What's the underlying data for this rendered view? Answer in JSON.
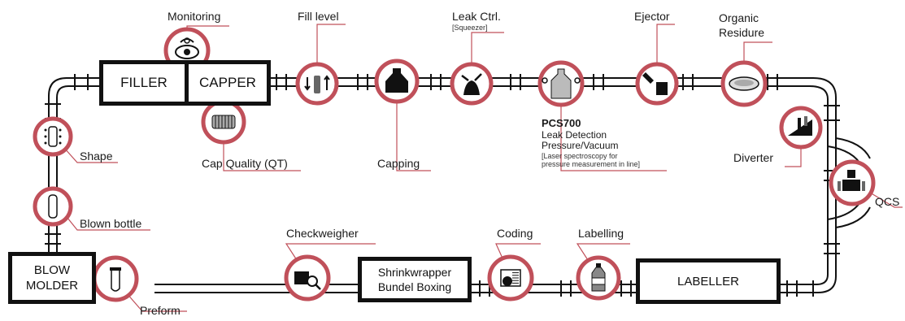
{
  "colors": {
    "ring": "#c0505a",
    "conveyor": "#111111",
    "leader": "#c0505a",
    "ink": "#1a1a1a"
  },
  "machines": {
    "filler": "FILLER",
    "capper": "CAPPER",
    "blow_molder_line1": "BLOW",
    "blow_molder_line2": "MOLDER",
    "shrinkwrapper_line1": "Shrinkwrapper",
    "shrinkwrapper_line2": "Bundel Boxing",
    "labeller": "LABELLER"
  },
  "stations": {
    "monitoring": {
      "label": "Monitoring",
      "icon": "eye-camera-icon"
    },
    "fill_level": {
      "label": "Fill level",
      "icon": "bottle-level-icon"
    },
    "capping": {
      "label": "Capping",
      "icon": "capped-bottle-icon"
    },
    "leak_ctrl": {
      "label": "Leak Ctrl.",
      "sublabel": "[Squeezer]",
      "icon": "squeezer-icon"
    },
    "pcs700": {
      "title": "PCS700",
      "line1": "Leak Detection",
      "line2": "Pressure/Vacuum",
      "note1": "[Laser spectroscopy for",
      "note2": "pressure measurement in line]",
      "icon": "laser-bottle-icon"
    },
    "ejector": {
      "label": "Ejector",
      "icon": "ejector-icon"
    },
    "organic_residue": {
      "label_line1": "Organic",
      "label_line2": "Residure",
      "icon": "dish-icon"
    },
    "diverter": {
      "label": "Diverter",
      "icon": "diverter-icon"
    },
    "qcs": {
      "label": "QCS",
      "icon": "lab-icon"
    },
    "cap_quality": {
      "label": "Cap Quality (QT)",
      "icon": "cap-icon"
    },
    "shape": {
      "label": "Shape",
      "icon": "bottle-shape-icon"
    },
    "blown_bottle": {
      "label": "Blown bottle",
      "icon": "blown-bottle-icon"
    },
    "preform": {
      "label": "Preform",
      "icon": "preform-icon"
    },
    "checkweigher": {
      "label": "Checkweigher",
      "icon": "magnifier-box-icon"
    },
    "coding": {
      "label": "Coding",
      "icon": "coding-icon"
    },
    "labelling": {
      "label": "Labelling",
      "icon": "labelled-bottle-icon"
    }
  }
}
